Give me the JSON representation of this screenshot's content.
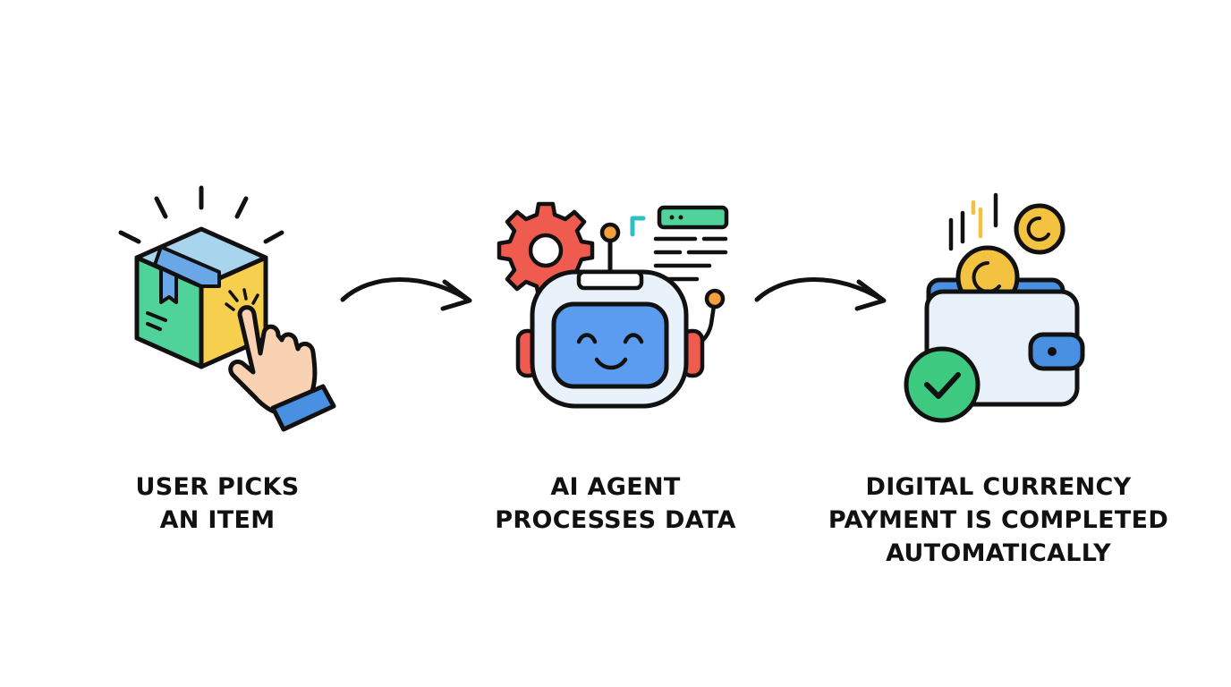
{
  "steps": [
    {
      "icon": "box-tap-icon",
      "label_lines": [
        "USER PICKS",
        "AN ITEM"
      ]
    },
    {
      "icon": "robot-icon",
      "label_lines": [
        "AI AGENT",
        "PROCESSES DATA"
      ]
    },
    {
      "icon": "wallet-payment-icon",
      "label_lines": [
        "DIGITAL CURRENCY",
        "PAYMENT IS COMPLETED",
        "AUTOMATICALLY"
      ]
    }
  ],
  "colors": {
    "outline": "#111111",
    "box_green": "#4fd39a",
    "box_blue": "#a9d4ee",
    "box_yellow": "#f7cf4f",
    "skin": "#f8d2b3",
    "sleeve": "#4a90e2",
    "gear_red": "#ef5b4f",
    "robot_face": "#5b9cf0",
    "robot_body": "#e9f1fb",
    "accent_teal": "#2fc0c6",
    "accent_orange": "#f5a03c",
    "screen_green": "#4fd39a",
    "wallet_body": "#e8f0fa",
    "wallet_blue": "#4a90e2",
    "coin_yellow": "#f2c240",
    "check_green": "#3dc97f"
  }
}
